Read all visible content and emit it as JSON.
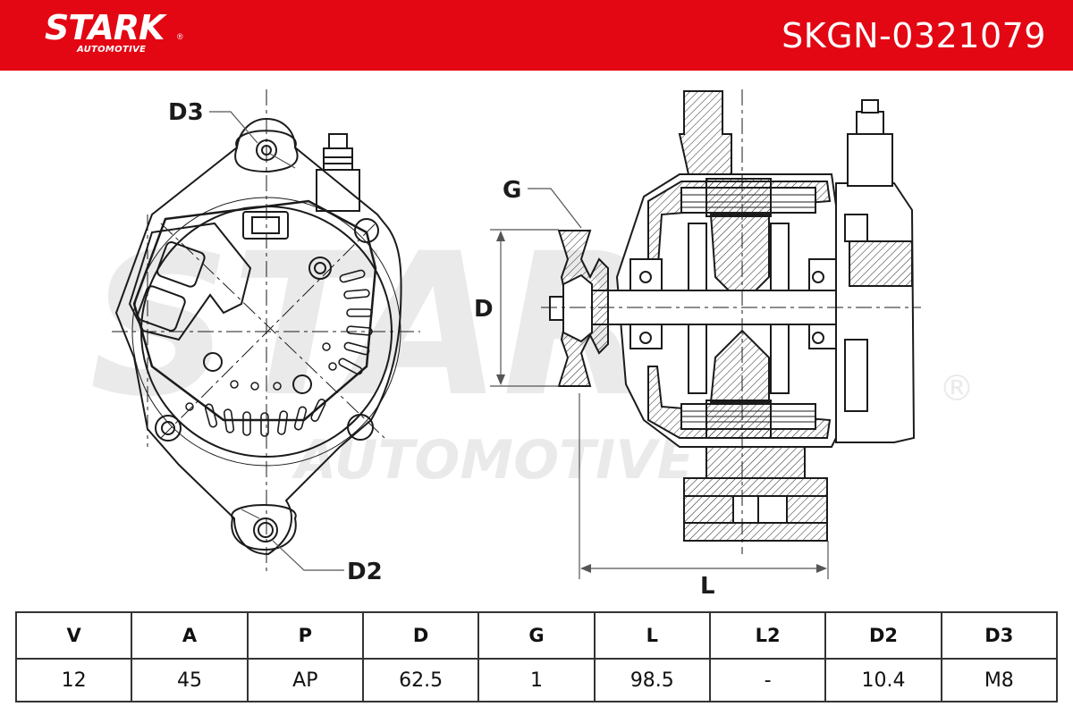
{
  "header": {
    "brand": "STARK",
    "brand_sub": "AUTOMOTIVE",
    "registered_mark": "®",
    "part_number": "SKGN-0321079",
    "color": "#e30613"
  },
  "watermark": {
    "brand": "STARK",
    "sub": "AUTOMOTIVE",
    "registered_mark": "®"
  },
  "drawing_labels": {
    "d3": "D3",
    "d2": "D2",
    "g": "G",
    "d": "D",
    "l": "L"
  },
  "specs": {
    "headers": [
      "V",
      "A",
      "P",
      "D",
      "G",
      "L",
      "L2",
      "D2",
      "D3"
    ],
    "values": [
      "12",
      "45",
      "AP",
      "62.5",
      "1",
      "98.5",
      "-",
      "10.4",
      "M8"
    ]
  }
}
